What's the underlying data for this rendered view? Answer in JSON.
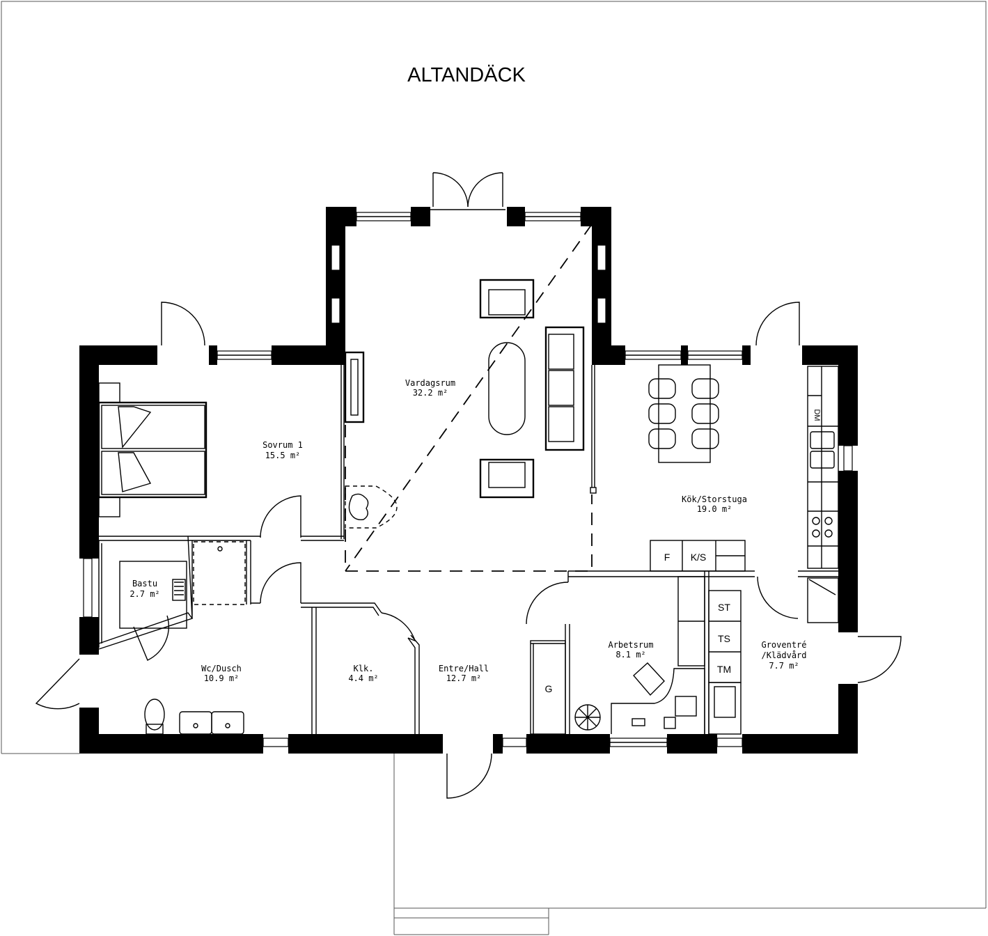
{
  "title": "ALTANDÄCK",
  "rooms": [
    {
      "name": "Vardagsrum",
      "area": "32.2 m²"
    },
    {
      "name": "Sovrum 1",
      "area": "15.5 m²"
    },
    {
      "name": "Kök/Storstuga",
      "area": "19.0 m²"
    },
    {
      "name": "Bastu",
      "area": "2.7 m²"
    },
    {
      "name": "Wc/Dusch",
      "area": "10.9 m²"
    },
    {
      "name": "Klk.",
      "area": "4.4 m²"
    },
    {
      "name": "Entre/Hall",
      "area": "12.7 m²"
    },
    {
      "name": "Arbetsrum",
      "area": "8.1 m²"
    },
    {
      "name": "Groventré",
      "name2": "/Klädvård",
      "area": "7.7 m²"
    }
  ],
  "labels": {
    "dishwasher": "DM",
    "fridge": "F",
    "fridge_freezer": "K/S",
    "dryer_cabinet": "ST",
    "dryer": "TS",
    "washer": "TM",
    "wardrobe": "G"
  }
}
